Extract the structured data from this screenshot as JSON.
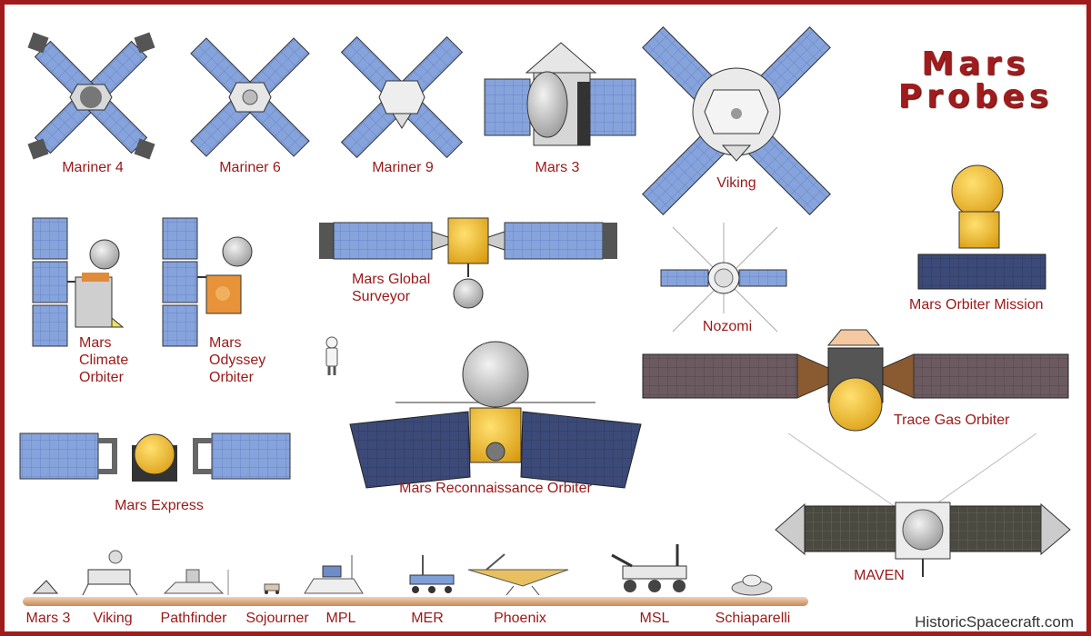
{
  "title": {
    "line1": "Mars",
    "line2": "Probes"
  },
  "probes": {
    "mariner4": "Mariner 4",
    "mariner6": "Mariner 6",
    "mariner9": "Mariner 9",
    "mars3": "Mars 3",
    "viking": "Viking",
    "mco": {
      "l1": "Mars",
      "l2": "Climate",
      "l3": "Orbiter"
    },
    "odyssey": {
      "l1": "Mars",
      "l2": "Odyssey",
      "l3": "Orbiter"
    },
    "mgs": {
      "l1": "Mars Global",
      "l2": "Surveyor"
    },
    "nozomi": "Nozomi",
    "mom": "Mars Orbiter Mission",
    "tgo": "Trace Gas Orbiter",
    "express": "Mars Express",
    "mro": "Mars Reconnaissance Orbiter",
    "maven": "MAVEN"
  },
  "landers": [
    "Mars 3",
    "Viking",
    "Pathfinder",
    "Sojourner",
    "MPL",
    "MER",
    "Phoenix",
    "MSL",
    "Schiaparelli"
  ],
  "credit": "HistoricSpacecraft.com",
  "colors": {
    "border": "#a01c1c",
    "label": "#9a1818",
    "panel": "#7f9fd8",
    "gold": "#e8b020",
    "ground": "#c8885a"
  }
}
